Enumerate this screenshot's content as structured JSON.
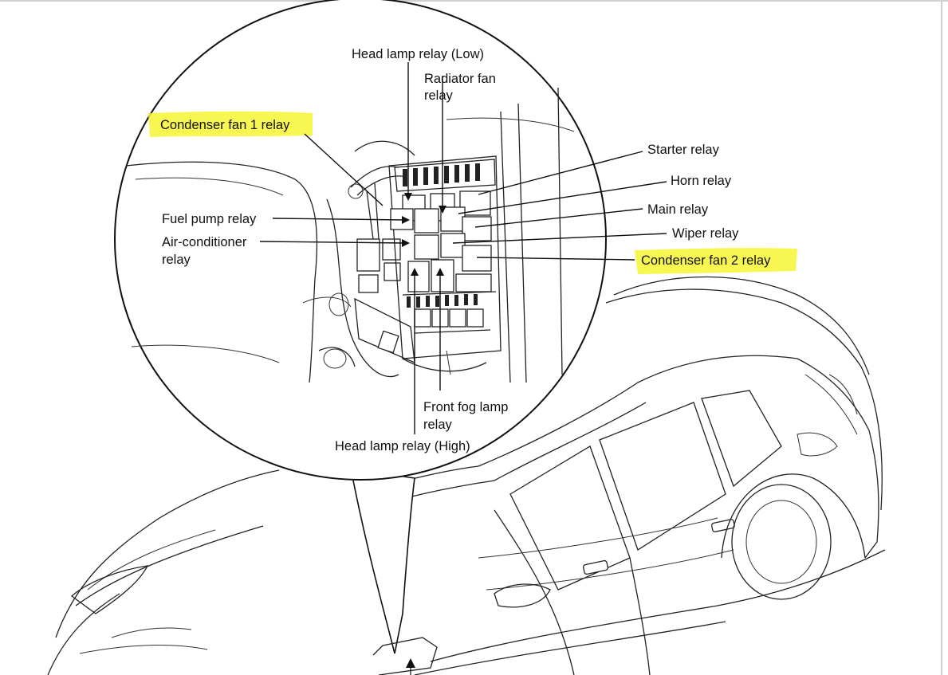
{
  "labels": {
    "head_lamp_low": "Head lamp relay (Low)",
    "radiator_fan_1": "Radiator fan",
    "radiator_fan_2": "relay",
    "condenser_fan_1": "Condenser fan 1 relay",
    "starter": "Starter relay",
    "horn": "Horn relay",
    "main": "Main relay",
    "wiper": "Wiper relay",
    "condenser_fan_2": "Condenser fan 2 relay",
    "fuel_pump": "Fuel pump relay",
    "air_conditioner_1": "Air-conditioner",
    "air_conditioner_2": "relay",
    "front_fog_1": "Front fog lamp",
    "front_fog_2": "relay",
    "head_lamp_high": "Head lamp relay (High)"
  },
  "colors": {
    "highlight": "#f7f432",
    "line": "#222222",
    "background": "#ffffff"
  }
}
